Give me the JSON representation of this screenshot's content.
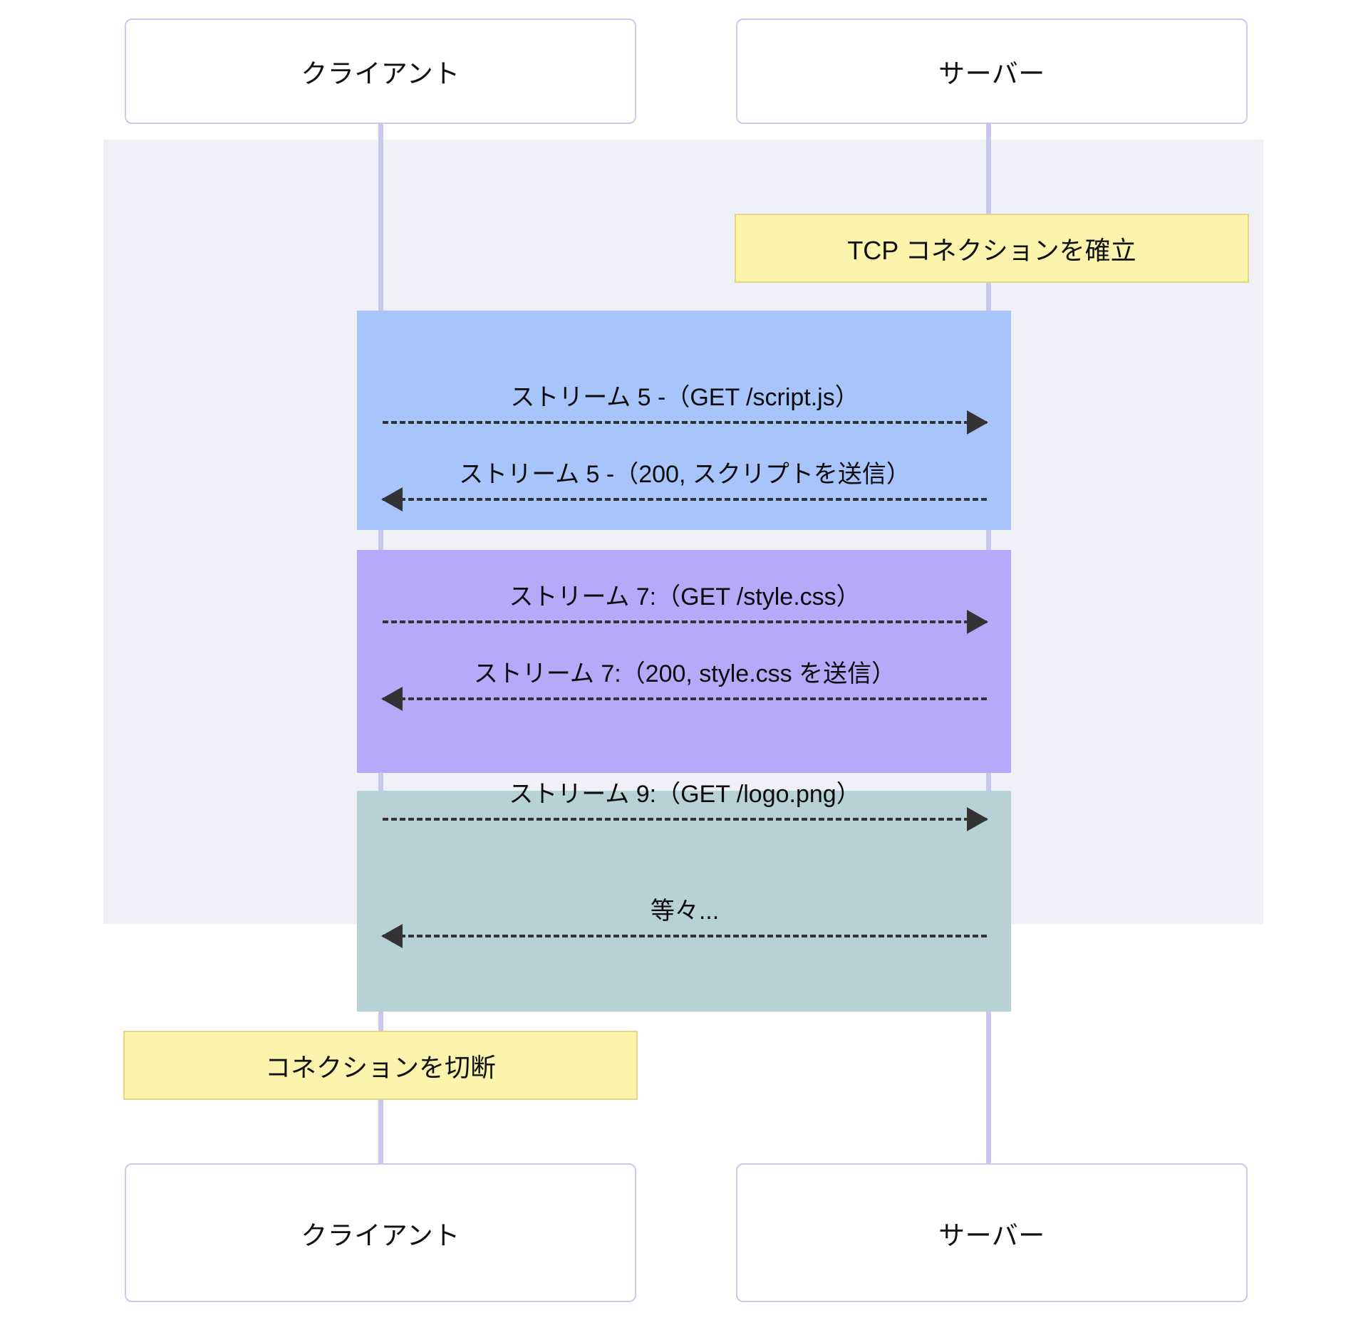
{
  "diagram": {
    "type": "sequence",
    "title": "",
    "participants": [
      {
        "id": "client",
        "label": "クライアント"
      },
      {
        "id": "server",
        "label": "サーバー"
      }
    ],
    "notes": [
      {
        "id": "note-tcp-establish",
        "text": "TCP コネクションを確立",
        "over": "server"
      },
      {
        "id": "note-connection-close",
        "text": "コネクションを切断",
        "over": "client"
      }
    ],
    "groups": [
      {
        "id": "group-stream-5",
        "color": "#a8c5fb"
      },
      {
        "id": "group-stream-7",
        "color": "#b7a8fa"
      },
      {
        "id": "group-stream-9",
        "color": "#b7d1d6"
      }
    ],
    "messages": [
      {
        "id": "msg-1",
        "text": "ストリーム 5 -（GET /script.js）",
        "from": "client",
        "to": "server",
        "direction": "right",
        "style": "dashed"
      },
      {
        "id": "msg-2",
        "text": "ストリーム 5 -（200, スクリプトを送信）",
        "from": "server",
        "to": "client",
        "direction": "left",
        "style": "dashed"
      },
      {
        "id": "msg-3",
        "text": "ストリーム 7:（GET /style.css）",
        "from": "client",
        "to": "server",
        "direction": "right",
        "style": "dashed"
      },
      {
        "id": "msg-4",
        "text": "ストリーム 7:（200, style.css を送信）",
        "from": "server",
        "to": "client",
        "direction": "left",
        "style": "dashed"
      },
      {
        "id": "msg-5",
        "text": "ストリーム 9:（GET /logo.png）",
        "from": "client",
        "to": "server",
        "direction": "right",
        "style": "dashed"
      },
      {
        "id": "msg-6",
        "text": "等々...",
        "from": "server",
        "to": "client",
        "direction": "left",
        "style": "dashed"
      }
    ],
    "colors": {
      "background": "#ffffff",
      "region": "#f0f0f8",
      "actor_border": "#ccc8f0",
      "lifeline": "#c9c7ea",
      "note_fill": "#fcf3ac",
      "note_border": "#e4d67e",
      "arrow": "#333333",
      "text": "#111111"
    }
  }
}
